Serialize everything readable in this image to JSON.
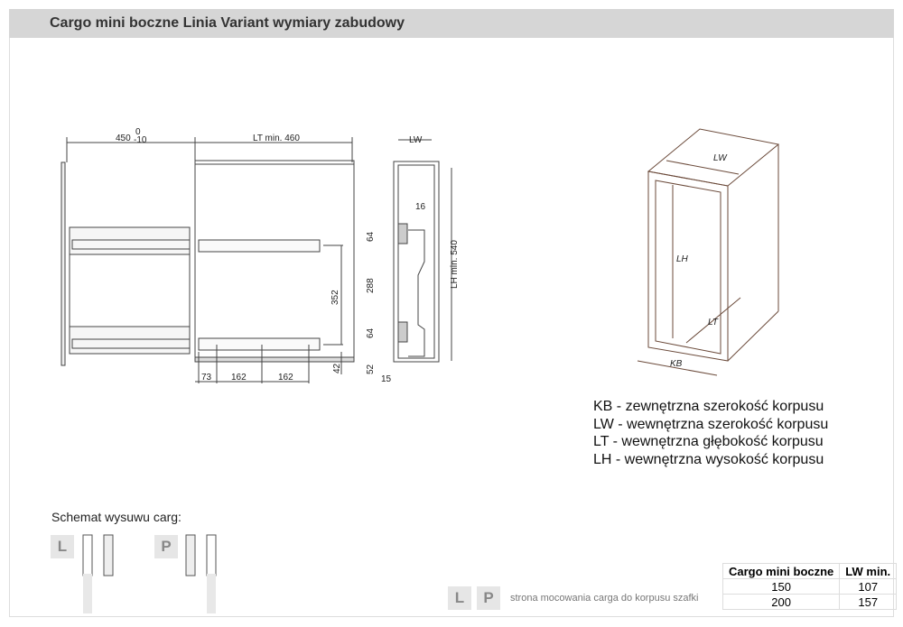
{
  "title": "Cargo mini boczne Linia Variant wymiary zabudowy",
  "side_view": {
    "depth": "450",
    "tol_upper": "0",
    "tol_lower": "-10",
    "lt": "LT min. 460",
    "h352": "352",
    "h42": "42",
    "d73": "73",
    "d162a": "162",
    "d162b": "162"
  },
  "front_view": {
    "lw": "LW",
    "d16": "16",
    "d64a": "64",
    "d288": "288",
    "d64b": "64",
    "d52": "52",
    "d15": "15",
    "lh": "LH min. 540"
  },
  "iso": {
    "lw": "LW",
    "lh": "LH",
    "lt": "LT",
    "kb": "KB"
  },
  "legend": [
    "KB - zewnętrzna szerokość korpusu",
    "LW - wewnętrzna szerokość korpusu",
    "LT - wewnętrzna głębokość korpusu",
    "LH - wewnętrzna wysokość korpusu"
  ],
  "schemat": {
    "label": "Schemat wysuwu carg:",
    "left": "L",
    "right": "P"
  },
  "mount_note": {
    "l": "L",
    "p": "P",
    "text": "strona mocowania carga do korpusu szafki"
  },
  "table": {
    "headers": [
      "Cargo mini boczne",
      "LW min."
    ],
    "rows": [
      [
        "150",
        "107"
      ],
      [
        "200",
        "157"
      ]
    ]
  }
}
